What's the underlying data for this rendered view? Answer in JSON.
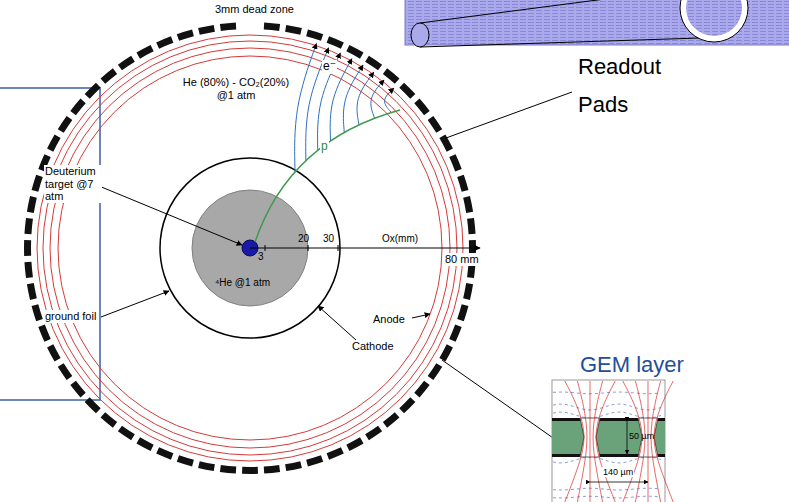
{
  "diagram": {
    "labels": [
      "3mm dead zone",
      "Deuterium target @7 atm",
      "He (80%) - CO₂(20%) @1 atm",
      "e⁻",
      "p",
      "3",
      "20",
      "30",
      "Ox(mm)",
      "80 mm",
      "⁴He @1 atm",
      "ground foil",
      "Anode",
      "Cathode",
      "Readout Pads",
      "GEM layer",
      "50 µm",
      "140 µm"
    ]
  }
}
